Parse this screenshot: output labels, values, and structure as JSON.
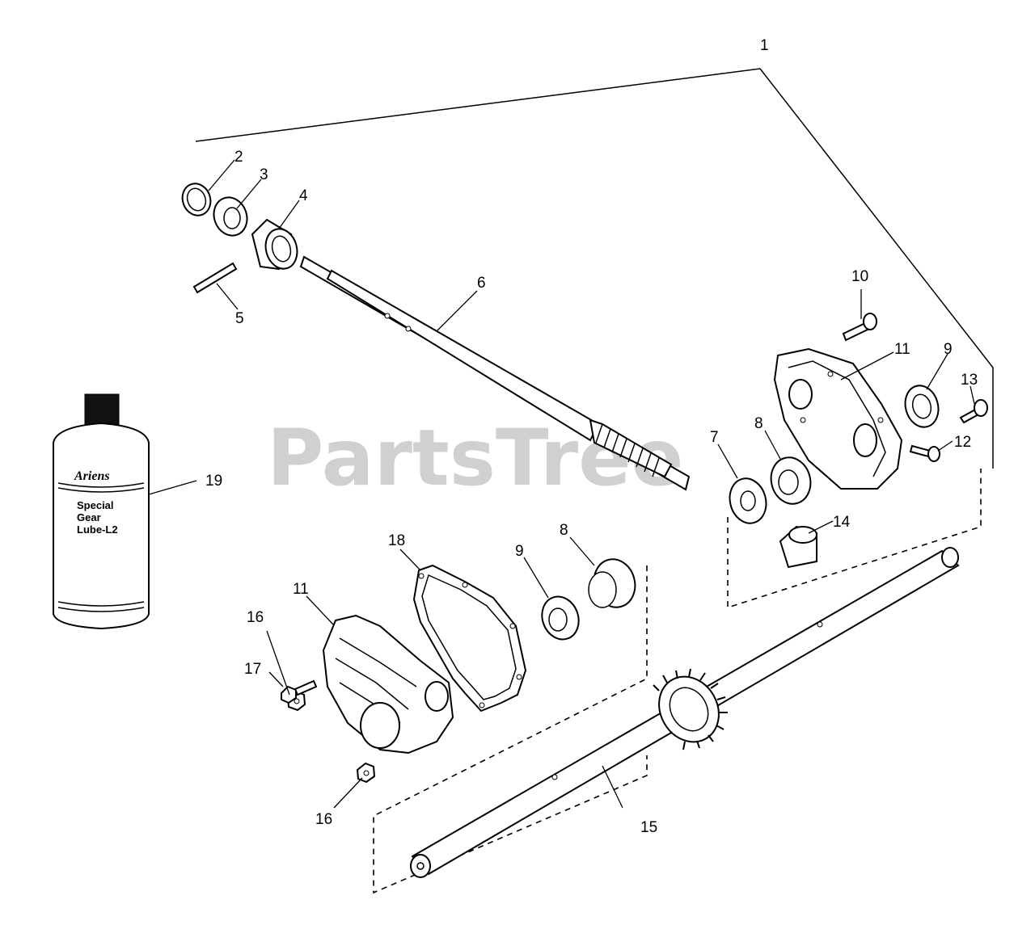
{
  "watermark": "PartsTree",
  "lube_can": {
    "brand": "Ariens",
    "line1": "Special",
    "line2": "Gear",
    "line3": "Lube-L2"
  },
  "callouts": [
    {
      "id": "c1",
      "text": "1"
    },
    {
      "id": "c2",
      "text": "2"
    },
    {
      "id": "c3",
      "text": "3"
    },
    {
      "id": "c4",
      "text": "4"
    },
    {
      "id": "c5",
      "text": "5"
    },
    {
      "id": "c6",
      "text": "6"
    },
    {
      "id": "c7",
      "text": "7"
    },
    {
      "id": "c8a",
      "text": "8"
    },
    {
      "id": "c8b",
      "text": "8"
    },
    {
      "id": "c9a",
      "text": "9"
    },
    {
      "id": "c9b",
      "text": "9"
    },
    {
      "id": "c10",
      "text": "10"
    },
    {
      "id": "c11a",
      "text": "11"
    },
    {
      "id": "c11b",
      "text": "11"
    },
    {
      "id": "c12",
      "text": "12"
    },
    {
      "id": "c13",
      "text": "13"
    },
    {
      "id": "c14",
      "text": "14"
    },
    {
      "id": "c15",
      "text": "15"
    },
    {
      "id": "c16a",
      "text": "16"
    },
    {
      "id": "c16b",
      "text": "16"
    },
    {
      "id": "c17",
      "text": "17"
    },
    {
      "id": "c18",
      "text": "18"
    },
    {
      "id": "c19",
      "text": "19"
    }
  ]
}
